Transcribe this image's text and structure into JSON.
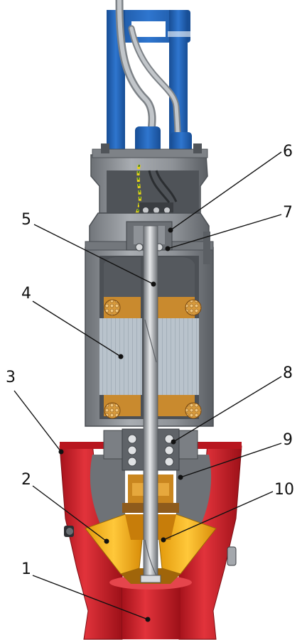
{
  "callouts": [
    {
      "id": "1",
      "label": "1"
    },
    {
      "id": "2",
      "label": "2"
    },
    {
      "id": "3",
      "label": "3"
    },
    {
      "id": "4",
      "label": "4"
    },
    {
      "id": "5",
      "label": "5"
    },
    {
      "id": "6",
      "label": "6"
    },
    {
      "id": "7",
      "label": "7"
    },
    {
      "id": "8",
      "label": "8"
    },
    {
      "id": "9",
      "label": "9"
    },
    {
      "id": "10",
      "label": "10"
    }
  ],
  "colors": {
    "frame_blue": "#1f5fb0",
    "cable_grey": "#9aa0a6",
    "housing_grey": "#8c8f93",
    "housing_dark": "#5d6166",
    "red_casing": "#d4202a",
    "yellow_impeller": "#f2b418",
    "copper_winding": "#c98a2e",
    "stator_steel": "#b7c2cc"
  }
}
